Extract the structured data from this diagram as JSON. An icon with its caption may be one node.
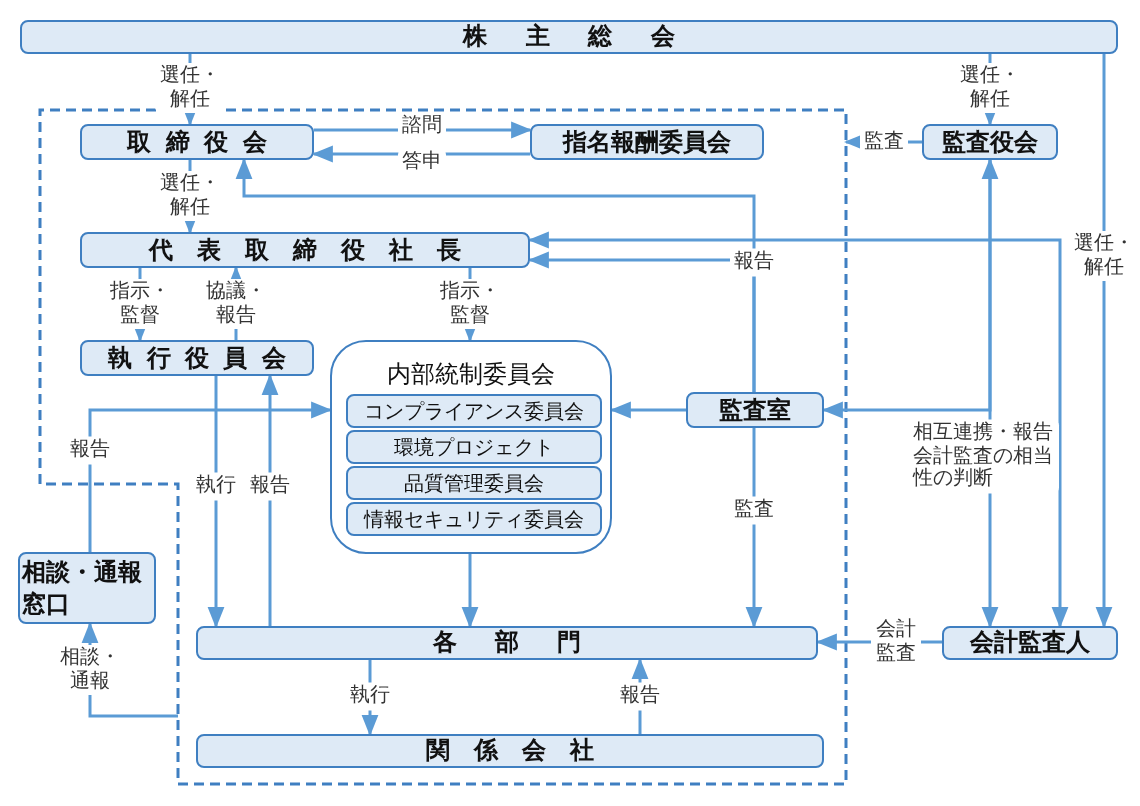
{
  "diagram": {
    "nodes": [
      {
        "text": [
          "株主総会"
        ]
      },
      {
        "text": [
          "取締役会"
        ]
      },
      {
        "text": [
          "指名報酬委員会"
        ]
      },
      {
        "text": [
          "監査役会"
        ]
      },
      {
        "text": [
          "代表取締役社長"
        ]
      },
      {
        "text": [
          "執行役員会"
        ]
      },
      {
        "text": [
          "内部統制委員会"
        ]
      },
      {
        "text": [
          "コンプライアンス委員会"
        ],
        "in": 6
      },
      {
        "text": [
          "環境プロジェクト"
        ],
        "in": 6
      },
      {
        "text": [
          "品質管理委員会"
        ],
        "in": 6
      },
      {
        "text": [
          "情報セキュリティ委員会"
        ],
        "in": 6
      },
      {
        "text": [
          "監査室"
        ]
      },
      {
        "text": [
          "相談・通報窓口"
        ]
      },
      {
        "text": [
          "各部門"
        ]
      },
      {
        "text": [
          "関係会社"
        ]
      },
      {
        "text": [
          "会計監査人"
        ]
      }
    ],
    "edges": [
      {
        "from": 0,
        "to": 1,
        "arrow": "to",
        "label": "選任・解任"
      },
      {
        "from": 0,
        "to": 3,
        "arrow": "to",
        "label": "選任・解任"
      },
      {
        "from": 0,
        "to": 15,
        "arrow": "to",
        "label": "選任・解任"
      },
      {
        "from": 1,
        "to": 2,
        "arrow": "to",
        "label": "諮問"
      },
      {
        "from": 2,
        "to": 1,
        "arrow": "to",
        "label": "答申"
      },
      {
        "from": 3,
        "to": null,
        "arrow": "to",
        "label": "監査"
      },
      {
        "from": 1,
        "to": 4,
        "arrow": "to",
        "label": "選任・解任"
      },
      {
        "from": 11,
        "to": 1,
        "arrow": "to",
        "label": "報告"
      },
      {
        "from": 11,
        "to": 4,
        "arrow": "to"
      },
      {
        "from": 4,
        "to": 15,
        "arrow": "both"
      },
      {
        "from": 4,
        "to": 5,
        "arrow": "to",
        "label": "指示・監督"
      },
      {
        "from": 5,
        "to": 4,
        "arrow": "to",
        "label": "協議・報告"
      },
      {
        "from": 4,
        "to": 6,
        "arrow": "to",
        "label": "指示・監督"
      },
      {
        "from": 5,
        "to": 13,
        "arrow": "to",
        "label": "執行"
      },
      {
        "from": 13,
        "to": 5,
        "arrow": "to",
        "label": "報告"
      },
      {
        "from": 6,
        "to": 13,
        "arrow": "to"
      },
      {
        "from": 11,
        "to": 6,
        "arrow": "to"
      },
      {
        "from": 11,
        "to": 13,
        "arrow": "to",
        "label": "監査"
      },
      {
        "from": 3,
        "to": 15,
        "arrow": "both",
        "label": "相互連携・報告会計監査の相当性の判断"
      },
      {
        "from": 3,
        "to": 11,
        "arrow": "to"
      },
      {
        "from": 15,
        "to": 13,
        "arrow": "to",
        "label": "会計監査"
      },
      {
        "from": 12,
        "to": 6,
        "arrow": "to",
        "label": "報告"
      },
      {
        "from": null,
        "to": 12,
        "arrow": "to",
        "label": "相談・通報"
      },
      {
        "from": 13,
        "to": 14,
        "arrow": "to",
        "label": "執行"
      },
      {
        "from": 14,
        "to": 13,
        "arrow": "to",
        "label": "報告"
      }
    ]
  }
}
